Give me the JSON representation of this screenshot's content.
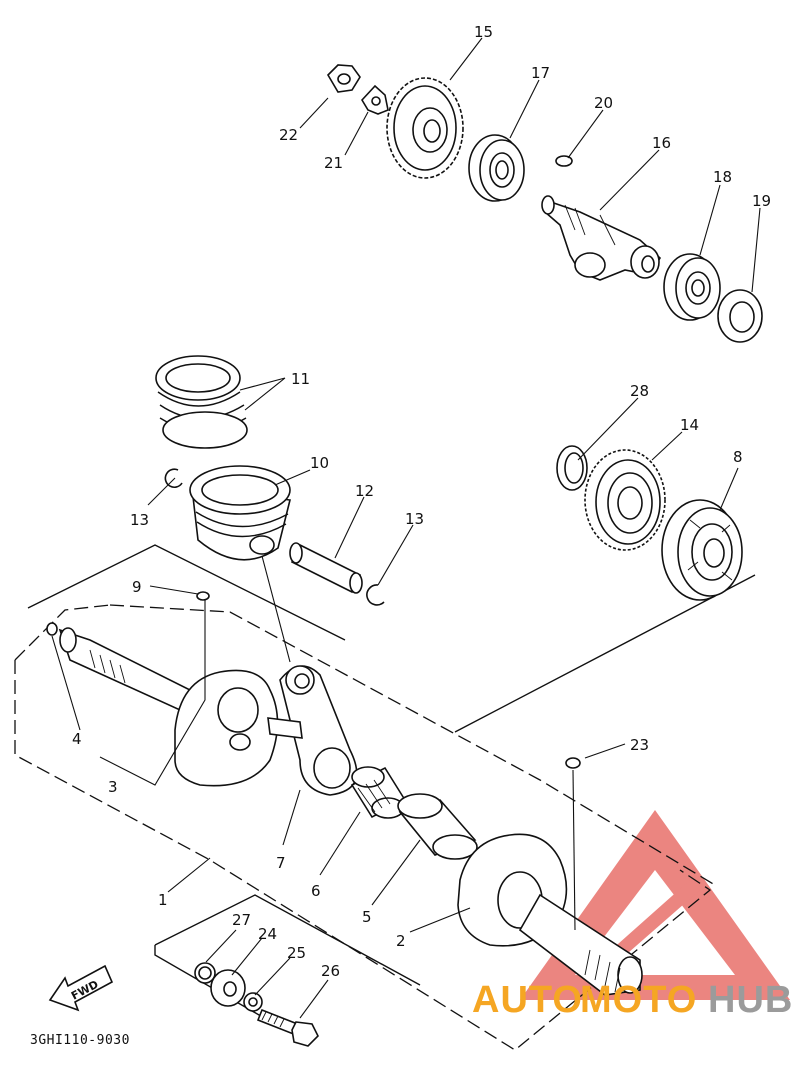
{
  "diagram_code": "3GHI110-9030",
  "fwd_label": "FWD",
  "watermark": {
    "auto": "AUTO",
    "moto": "MOTO",
    "hub": "HUB",
    "colors": {
      "orange": "#f5a623",
      "gray": "#9b9b9b",
      "red": "#e8706a"
    }
  },
  "labels": {
    "p1": "1",
    "p2": "2",
    "p3": "3",
    "p4": "4",
    "p5": "5",
    "p6": "6",
    "p7": "7",
    "p8": "8",
    "p9": "9",
    "p10": "10",
    "p11": "11",
    "p12": "12",
    "p13a": "13",
    "p13b": "13",
    "p14": "14",
    "p15": "15",
    "p16": "16",
    "p17": "17",
    "p18": "18",
    "p19": "19",
    "p20": "20",
    "p21": "21",
    "p22": "22",
    "p23": "23",
    "p24": "24",
    "p25": "25",
    "p26": "26",
    "p27": "27",
    "p28": "28"
  }
}
